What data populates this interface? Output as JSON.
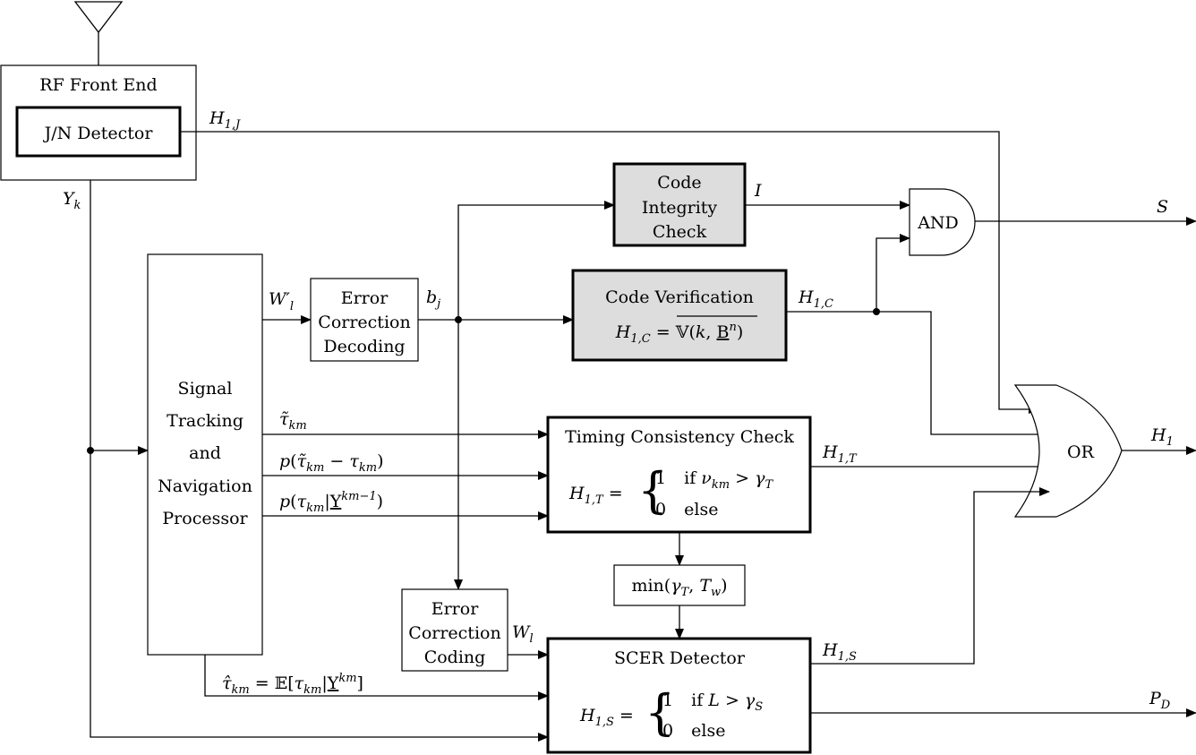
{
  "blocks": {
    "rf_front_end": "RF Front End",
    "jn_detector": "J/N Detector",
    "code_integrity": [
      "Code",
      "Integrity",
      "Check"
    ],
    "and_gate": "AND",
    "code_verification": "Code Verification",
    "code_verification_eq": "H₁,C = 𝕍(k, Bⁿ)",
    "error_correction_decoding": [
      "Error",
      "Correction",
      "Decoding"
    ],
    "signal_processor": [
      "Signal",
      "Tracking",
      "and",
      "Navigation",
      "Processor"
    ],
    "timing_check": "Timing Consistency Check",
    "timing_eq_lhs": "H₁,T =",
    "timing_case1": "1   if ν_km > γ_T",
    "timing_case2": "0   else",
    "or_gate": "OR",
    "min_box": "min(γ_T, T_w)",
    "error_correction_coding": [
      "Error",
      "Correction",
      "Coding"
    ],
    "scer_detector": "SCER Detector",
    "scer_eq_lhs": "H₁,S =",
    "scer_case1": "1   if L > γ_S",
    "scer_case2": "0   else"
  },
  "signals": {
    "h1j": "H1,J",
    "yk": "Yk",
    "i": "I",
    "s": "S",
    "wl_prime": "W′l",
    "bj": "bj",
    "h1c": "H1,C",
    "tau_tilde": "τ̃km",
    "p_diff": "p(τ̃km − τkm)",
    "p_cond": "p(τkm|Ykm−1)",
    "h1t": "H1,T",
    "h1": "H1",
    "wl": "Wl",
    "h1s": "H1,S",
    "tau_hat": "τ̂km = 𝔼[τkm|Ykm]",
    "pd": "PD"
  },
  "colors": {
    "grey_fill": "#dddddd",
    "line": "#000000"
  }
}
